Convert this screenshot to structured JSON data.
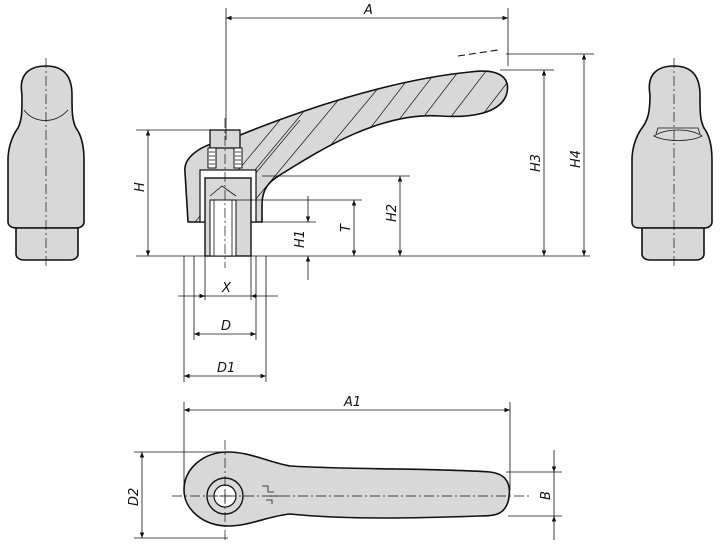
{
  "drawing": {
    "dimension_labels": {
      "A": "A",
      "A1": "A1",
      "H": "H",
      "H1": "H1",
      "H2": "H2",
      "H3": "H3",
      "H4": "H4",
      "T": "T",
      "X": "X",
      "D": "D",
      "D1": "D1",
      "D2": "D2",
      "B": "B"
    }
  }
}
